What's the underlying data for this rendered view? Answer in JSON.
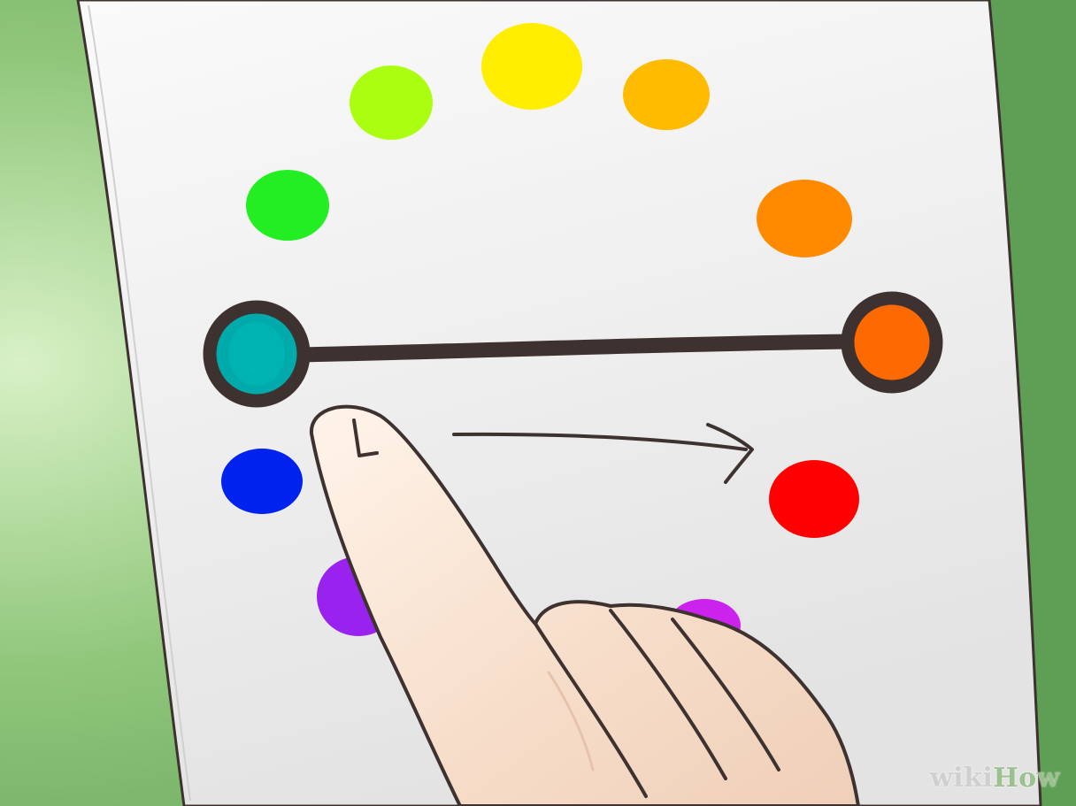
{
  "watermark": {
    "part1": "wiki",
    "part2": "How"
  },
  "illustration": {
    "background_color": "#7fb870",
    "paper_color": "#eeeeee",
    "outline_color": "#3e3230",
    "skin_color": "#f6dcc8",
    "color_wheel": [
      {
        "name": "yellow",
        "color": "#ffee00"
      },
      {
        "name": "yellow-orange",
        "color": "#ffbb00"
      },
      {
        "name": "orange",
        "color": "#ff8a00"
      },
      {
        "name": "red-orange",
        "color": "#ff6a00"
      },
      {
        "name": "red",
        "color": "#ff0000"
      },
      {
        "name": "magenta",
        "color": "#cc22ee"
      },
      {
        "name": "violet",
        "color": "#9922ee"
      },
      {
        "name": "blue",
        "color": "#0022ee"
      },
      {
        "name": "teal",
        "color": "#00aaaa"
      },
      {
        "name": "green",
        "color": "#22ee22"
      },
      {
        "name": "yellow-green",
        "color": "#aaff11"
      }
    ],
    "icons": [
      "pointing-hand-icon",
      "arrow-right-icon"
    ]
  }
}
